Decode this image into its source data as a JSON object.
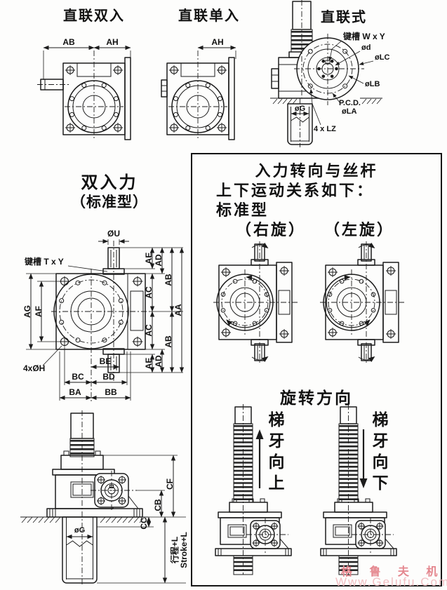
{
  "page": {
    "background": "#fdfdfc",
    "line_color": "#1c1c1c",
    "watermark": {
      "line1": "格 鲁 夫 机 械",
      "line2": "Www.Gelufu.Com",
      "color1": "#e4868e",
      "color2": "#f2bfc3"
    }
  },
  "figures": {
    "direct_dual": {
      "title": "直联双入",
      "dim_ab": "AB",
      "dim_ah": "AH"
    },
    "direct_single": {
      "title": "直联单入",
      "dim_ah": "AH"
    },
    "direct_type": {
      "title": "直联式",
      "keyway": "键槽 W x Y",
      "dim_d": "ød",
      "dim_lc": "øLC",
      "dim_lb": "øLB",
      "pcd": "P.C.D.",
      "dim_la": "øLA",
      "holes": "4 x LZ",
      "dim_g": "øG"
    },
    "dual_input": {
      "title_line1": "双入力",
      "title_line2": "（标准型）",
      "dim_u": "ØU",
      "keyway": "键槽 T x Y",
      "dim_ae": "AE",
      "dim_ad": "AD",
      "dim_ac": "AC",
      "dim_ab": "AB",
      "dim_aa": "AA",
      "dim_ag": "AG",
      "dim_af": "AF",
      "holes": "4xØH",
      "dim_be": "BE",
      "dim_bc": "BC",
      "dim_bd": "BD",
      "dim_ba": "BA",
      "dim_bb": "BB"
    },
    "side_view": {
      "dim_cf": "CF",
      "dim_cb": "CB",
      "dim_cc": "CC",
      "dim_g": "øG",
      "stroke_cn": "行程+L",
      "stroke_en": "Stroke+L"
    }
  },
  "panel": {
    "heading_line1": "入力转向与丝杆",
    "heading_line2": "上下运动关系如下：",
    "heading_line3": "标准型",
    "label_right_hand": "（右旋）",
    "label_left_hand": "（左旋）",
    "rotation_title": "旋转方向",
    "thread_up": "梯牙向上",
    "thread_down": "梯牙向下"
  }
}
